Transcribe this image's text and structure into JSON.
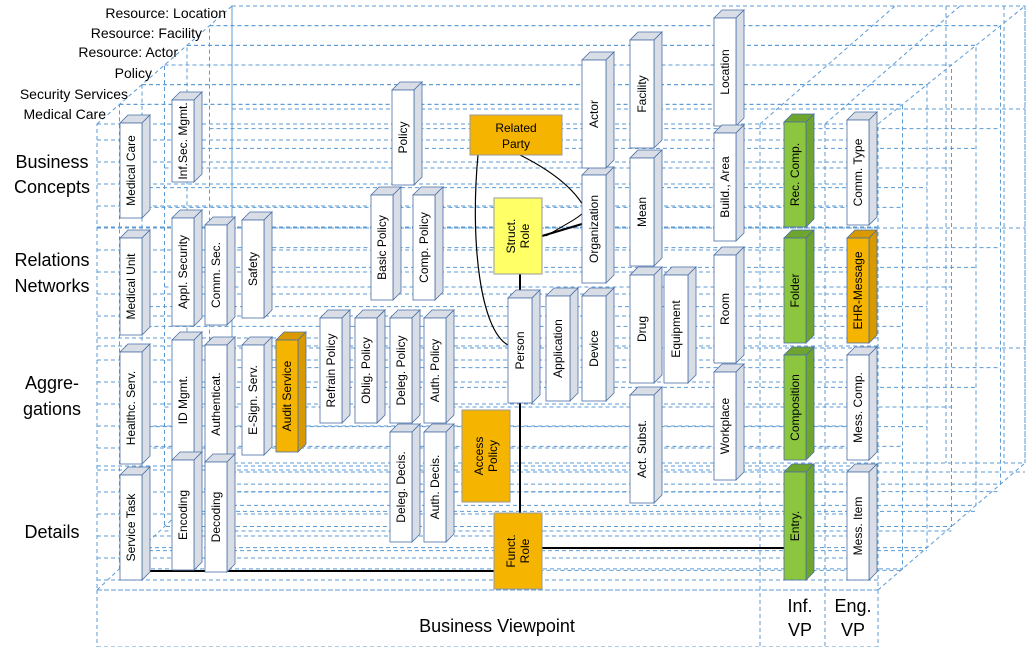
{
  "back_labels": [
    "Resource: Location",
    "Resource: Facility",
    "Resource: Actor",
    "Policy",
    "Security Services",
    "Medical Care"
  ],
  "row_labels": [
    [
      "Business",
      "Concepts"
    ],
    [
      "Relations",
      "Networks"
    ],
    [
      "Aggre-",
      "gations"
    ],
    [
      "Details"
    ]
  ],
  "viewpoints": {
    "business": "Business Viewpoint",
    "inf": [
      "Inf.",
      "VP"
    ],
    "eng": [
      "Eng.",
      "VP"
    ]
  },
  "colors": {
    "grid": "#5b9bd5",
    "bar_fill": "#ffffff",
    "bar_side": "#d9dde6",
    "bar_stroke": "#4a6fa5",
    "green": "#8cc63f",
    "orange": "#f5b400",
    "yellow": "#ffff66"
  },
  "components": {
    "medical_care": "Medical Care",
    "inf_sec_mgmt": "Inf.Sec. Mgmt.",
    "medical_unit": "Medical Unit",
    "appl_security": "Appl. Security",
    "comm_sec": "Comm. Sec.",
    "safety": "Safety",
    "healthc_serv": "Healthc. Serv.",
    "id_mgmt": "ID Mgmt.",
    "authenticat": "Authenticat.",
    "e_sign_serv": "E-Sign. Serv.",
    "audit_service": "Audit Service",
    "service_task": "Service Task",
    "encoding": "Encoding",
    "decoding": "Decoding",
    "policy": "Policy",
    "basic_policy": "Basic Policy",
    "comp_policy": "Comp. Policy",
    "refrain_policy": "Refrain Policy",
    "oblig_policy": "Oblig. Policy",
    "deleg_policy": "Deleg. Policy",
    "auth_policy": "Auth. Policy",
    "deleg_decis": "Deleg. Decis.",
    "auth_decis": "Auth. Decis.",
    "access_policy": "Access Policy",
    "related_party": "Related Party",
    "struct_role": "Struct. Role",
    "person": "Person",
    "application": "Application",
    "device": "Device",
    "organization": "Organization",
    "actor": "Actor",
    "funct_role": "Funct. Role",
    "facility": "Facility",
    "mean": "Mean",
    "drug": "Drug",
    "equipment": "Equipment",
    "act_subst": "Act. Subst.",
    "location": "Location",
    "build_area": "Build., Area",
    "room": "Room",
    "workplace": "Workplace",
    "rec_comp": "Rec. Comp.",
    "folder": "Folder",
    "composition": "Composition",
    "entry": "Entry.",
    "comm_type": "Comm. Type",
    "ehr_message": "EHR-Message",
    "mess_comp": "Mess. Comp.",
    "mess_item": "Mess. Item"
  }
}
